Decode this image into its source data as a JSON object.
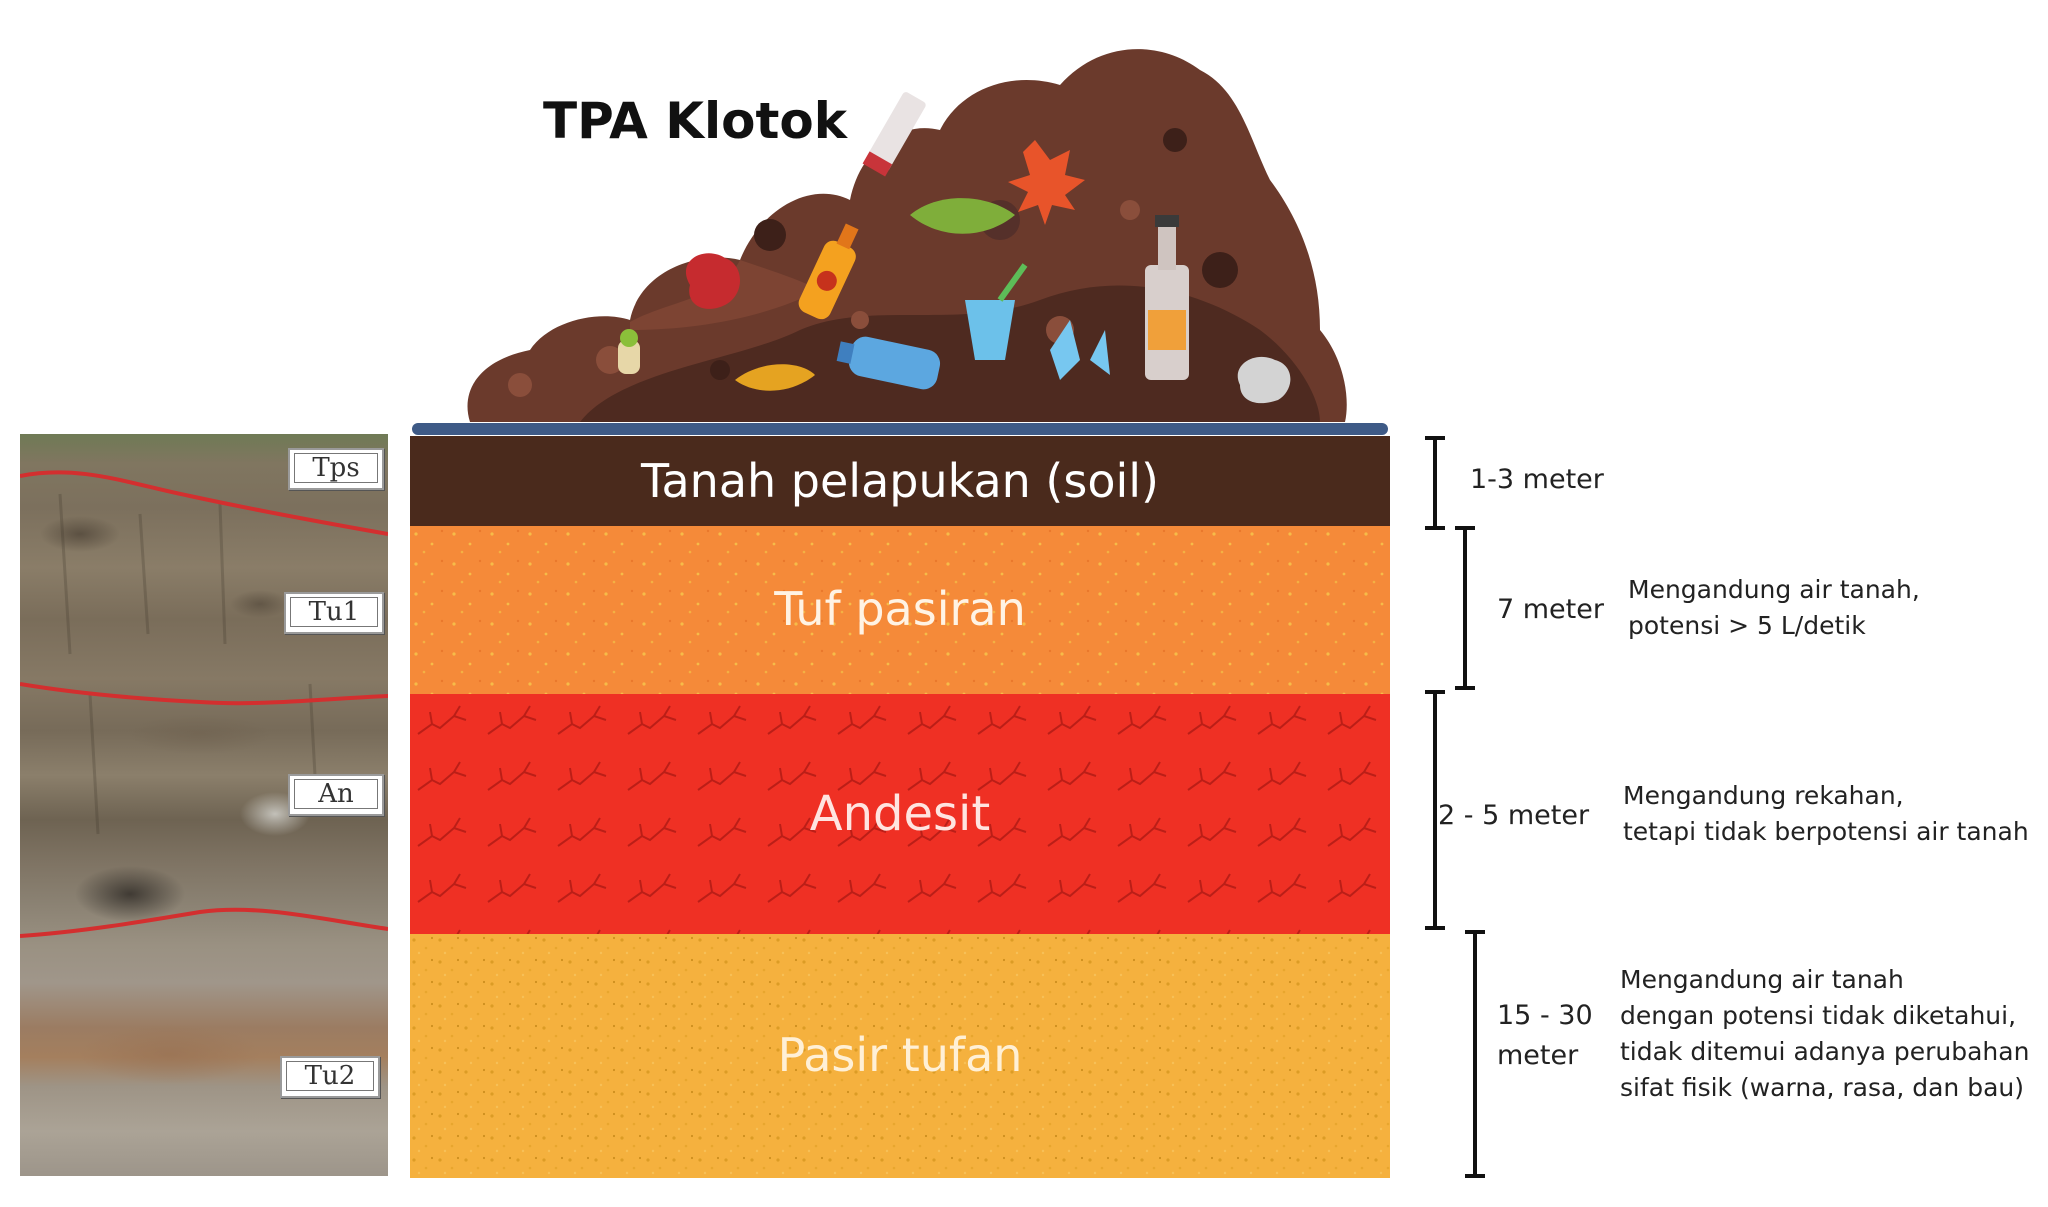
{
  "title": "TPA Klotok",
  "photo": {
    "tags": [
      "Tps",
      "Tu1",
      "An",
      "Tu2"
    ]
  },
  "layers": [
    {
      "label": "Tanah pelapukan (soil)",
      "color": "#4a2a1c"
    },
    {
      "label": "Tuf pasiran",
      "color": "#f58a39"
    },
    {
      "label": "Andesit",
      "color": "#ef3024"
    },
    {
      "label": "Pasir tufan",
      "color": "#f5b13e"
    }
  ],
  "thickness": {
    "soil": "1-3 meter",
    "tuf": "7 meter",
    "andesit": "2 - 5 meter",
    "pasir_line1": "15 - 30",
    "pasir_line2": "meter"
  },
  "notes": {
    "tuf": [
      "Mengandung air tanah,",
      "potensi > 5 L/detik"
    ],
    "andesit": [
      "Mengandung rekahan,",
      "tetapi tidak berpotensi air tanah"
    ],
    "pasir": [
      "Mengandung air tanah",
      "dengan potensi tidak diketahui,",
      "tidak ditemui adanya perubahan",
      "sifat fisik (warna, rasa, dan bau)"
    ]
  }
}
